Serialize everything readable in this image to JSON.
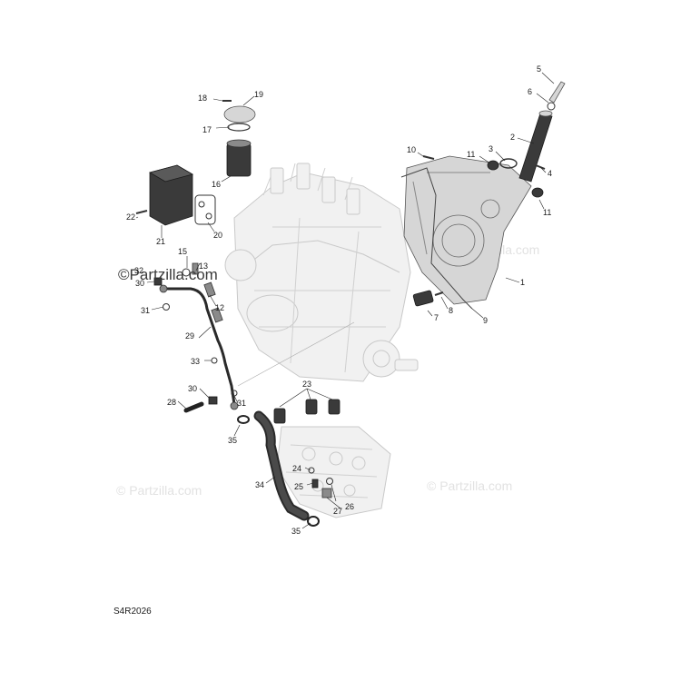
{
  "watermark_text": "© Partzilla.com",
  "brand_text": "©Partzilla.com",
  "reference_code": "S4R2026",
  "callouts": [
    "1",
    "2",
    "3",
    "4",
    "5",
    "6",
    "7",
    "8",
    "9",
    "10",
    "11",
    "11",
    "12",
    "13",
    "15",
    "16",
    "17",
    "18",
    "19",
    "20",
    "21",
    "22",
    "23",
    "24",
    "25",
    "26",
    "27",
    "28",
    "29",
    "30",
    "30",
    "31",
    "31",
    "32",
    "33",
    "34",
    "35",
    "35"
  ]
}
